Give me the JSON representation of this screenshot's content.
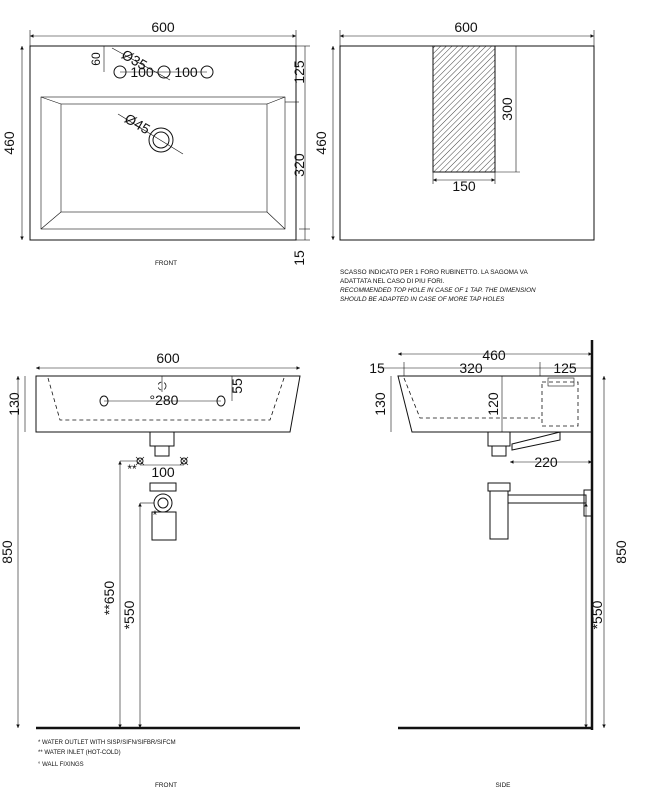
{
  "top_front": {
    "width": "600",
    "height": "460",
    "tap_hole_offset": "60",
    "tap_hole_dia": "Ø35",
    "tap_spacing_1": "100",
    "tap_spacing_2": "100",
    "drain_dia": "Ø45",
    "top_band": "125",
    "basin_depth": "320",
    "bottom_rim": "15",
    "view_label": "FRONT"
  },
  "top_side": {
    "width": "600",
    "height": "460",
    "cutout_height": "300",
    "cutout_width": "150"
  },
  "note": {
    "it_line1": "SCASSO INDICATO PER 1 FORO RUBINETTO. LA SAGOMA VA",
    "it_line2": "ADATTATA NEL CASO DI PIU FORI.",
    "en_line1": "RECOMMENDED TOP HOLE IN CASE OF 1 TAP. THE DIMENSION",
    "en_line2": "SHOULD BE ADAPTED IN CASE OF MORE TAP HOLES"
  },
  "bottom_front": {
    "width": "600",
    "basin_height": "130",
    "hole_spacing": "°280",
    "hole_top": "55",
    "inlet_spacing": "100",
    "inlet_mark": "**",
    "outlet_mark": "*",
    "total_height": "850",
    "inlet_height": "**650",
    "outlet_height": "*550",
    "view_label": "FRONT"
  },
  "bottom_side": {
    "depth": "460",
    "rim": "15",
    "front_part": "320",
    "back_part": "125",
    "basin_height": "130",
    "drain_depth": "120",
    "bracket": "220",
    "total_height": "850",
    "outlet_height": "*550",
    "view_label": "SIDE"
  },
  "legend": {
    "item1": "* WATER OUTLET WITH SISP/SIFN/SIFBR/SIFCM",
    "item2": "** WATER INLET  (HOT-COLD)",
    "item3": "° WALL FIXINGS"
  }
}
